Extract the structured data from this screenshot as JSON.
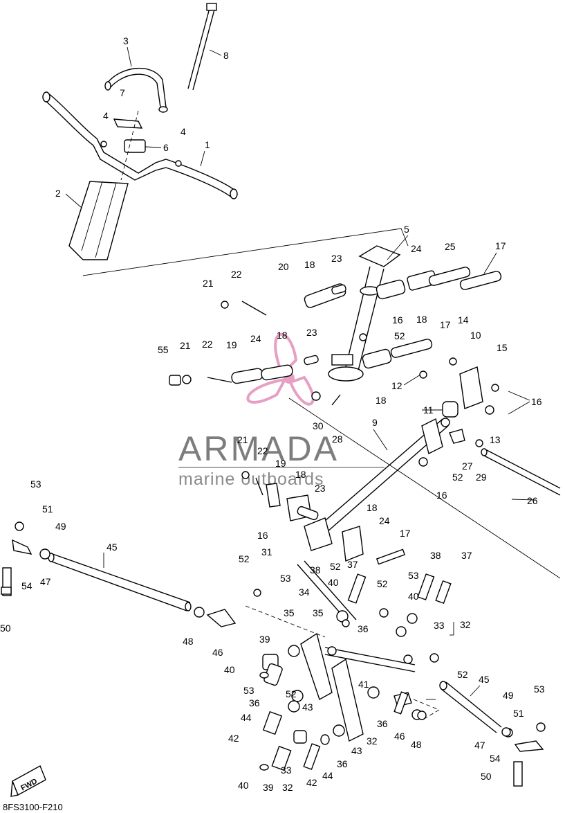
{
  "diagram_code": "8FS3100-F210",
  "watermark": {
    "brand": "ARMADA",
    "tagline": "marine outboards",
    "logo_color": "#e07fb0"
  },
  "fwd_badge": "FWD",
  "labels": [
    {
      "text": "1"
    },
    {
      "text": "2"
    },
    {
      "text": "3"
    },
    {
      "text": "4"
    },
    {
      "text": "4"
    },
    {
      "text": "5"
    },
    {
      "text": "6"
    },
    {
      "text": "7"
    },
    {
      "text": "8"
    },
    {
      "text": "9"
    },
    {
      "text": "10"
    },
    {
      "text": "11"
    },
    {
      "text": "12"
    },
    {
      "text": "13"
    },
    {
      "text": "14"
    },
    {
      "text": "15"
    },
    {
      "text": "16"
    },
    {
      "text": "16"
    },
    {
      "text": "16"
    },
    {
      "text": "16"
    },
    {
      "text": "17"
    },
    {
      "text": "17"
    },
    {
      "text": "17"
    },
    {
      "text": "18"
    },
    {
      "text": "18"
    },
    {
      "text": "18"
    },
    {
      "text": "18"
    },
    {
      "text": "18"
    },
    {
      "text": "18"
    },
    {
      "text": "19"
    },
    {
      "text": "19"
    },
    {
      "text": "20"
    },
    {
      "text": "21"
    },
    {
      "text": "21"
    },
    {
      "text": "21"
    },
    {
      "text": "22"
    },
    {
      "text": "22"
    },
    {
      "text": "22"
    },
    {
      "text": "23"
    },
    {
      "text": "23"
    },
    {
      "text": "23"
    },
    {
      "text": "24"
    },
    {
      "text": "24"
    },
    {
      "text": "24"
    },
    {
      "text": "25"
    },
    {
      "text": "26"
    },
    {
      "text": "27"
    },
    {
      "text": "28"
    },
    {
      "text": "29"
    },
    {
      "text": "30"
    },
    {
      "text": "31"
    },
    {
      "text": "32"
    },
    {
      "text": "32"
    },
    {
      "text": "32"
    },
    {
      "text": "33"
    },
    {
      "text": "33"
    },
    {
      "text": "34"
    },
    {
      "text": "35"
    },
    {
      "text": "35"
    },
    {
      "text": "36"
    },
    {
      "text": "36"
    },
    {
      "text": "36"
    },
    {
      "text": "36"
    },
    {
      "text": "37"
    },
    {
      "text": "37"
    },
    {
      "text": "38"
    },
    {
      "text": "38"
    },
    {
      "text": "39"
    },
    {
      "text": "39"
    },
    {
      "text": "40"
    },
    {
      "text": "40"
    },
    {
      "text": "40"
    },
    {
      "text": "40"
    },
    {
      "text": "41"
    },
    {
      "text": "42"
    },
    {
      "text": "42"
    },
    {
      "text": "43"
    },
    {
      "text": "43"
    },
    {
      "text": "44"
    },
    {
      "text": "44"
    },
    {
      "text": "45"
    },
    {
      "text": "45"
    },
    {
      "text": "46"
    },
    {
      "text": "46"
    },
    {
      "text": "47"
    },
    {
      "text": "47"
    },
    {
      "text": "48"
    },
    {
      "text": "48"
    },
    {
      "text": "49"
    },
    {
      "text": "49"
    },
    {
      "text": "50"
    },
    {
      "text": "50"
    },
    {
      "text": "51"
    },
    {
      "text": "51"
    },
    {
      "text": "52"
    },
    {
      "text": "52"
    },
    {
      "text": "52"
    },
    {
      "text": "52"
    },
    {
      "text": "52"
    },
    {
      "text": "52"
    },
    {
      "text": "52"
    },
    {
      "text": "53"
    },
    {
      "text": "53"
    },
    {
      "text": "53"
    },
    {
      "text": "53"
    },
    {
      "text": "53"
    },
    {
      "text": "54"
    },
    {
      "text": "54"
    },
    {
      "text": "55"
    }
  ]
}
